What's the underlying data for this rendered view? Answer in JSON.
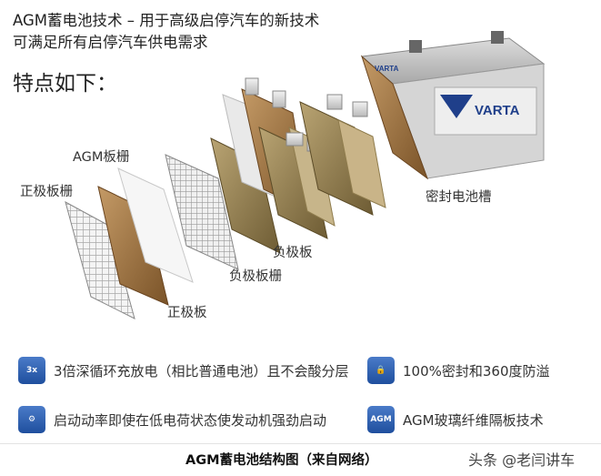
{
  "header": {
    "line1": "AGM蓄电池技术 – 用于高级启停汽车的新技术",
    "line2": "可满足所有启停汽车供电需求"
  },
  "features_title": "特点如下：",
  "battery_brand": "VARTA",
  "labels": {
    "agm_grid": "AGM板栅",
    "positive_grid": "正极板栅",
    "negative_plate": "负极板",
    "negative_grid": "负极板栅",
    "positive_plate": "正极板",
    "sealed_container": "密封电池槽"
  },
  "features": [
    {
      "icon": "deep-cycle-icon",
      "badge": "3x",
      "text": "3倍深循环充放电（相比普通电池）且不会酸分层"
    },
    {
      "icon": "lock-icon",
      "badge": "",
      "text": "100%密封和360度防溢"
    },
    {
      "icon": "engine-start-icon",
      "badge": "",
      "text": "启动动率即使在低电荷状态使发动机强劲启动"
    },
    {
      "icon": "agm-icon",
      "badge": "AGM",
      "text": "AGM玻璃纤维隔板技术"
    }
  ],
  "caption": "AGM蓄电池结构图（来自网络）",
  "watermark": "头条 @老闫讲车"
}
